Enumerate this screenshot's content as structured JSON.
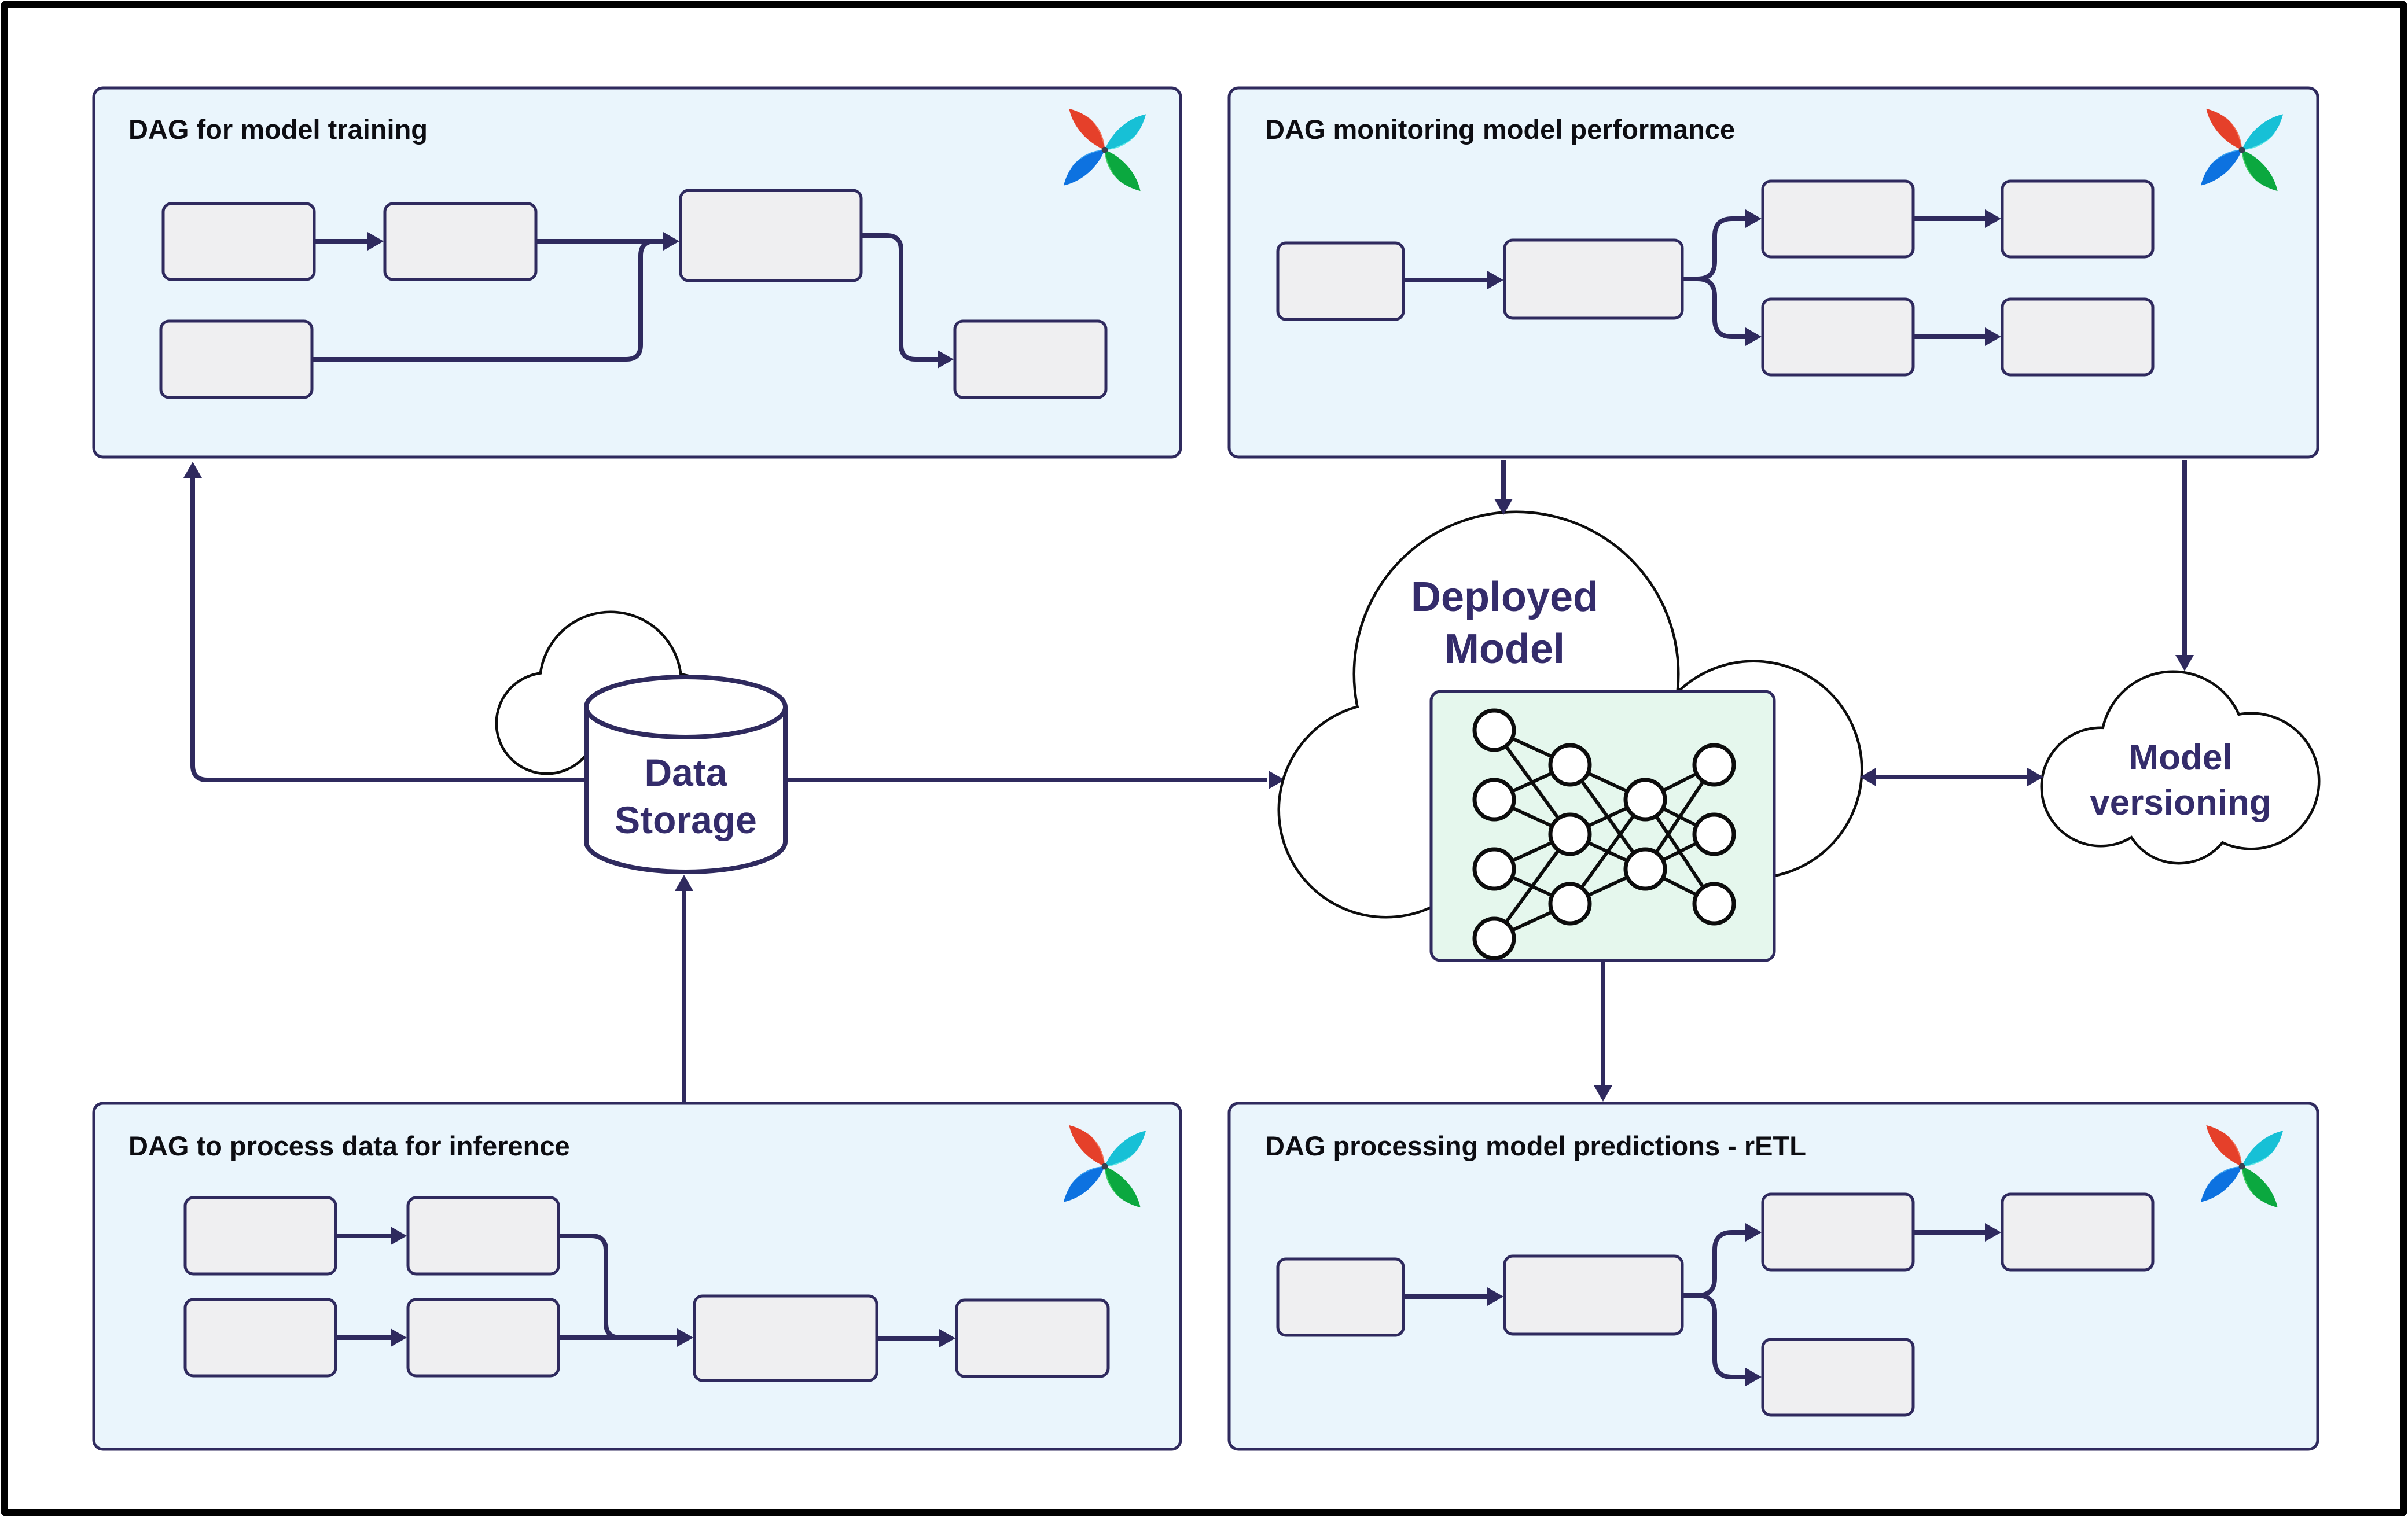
{
  "colors": {
    "canvas_bg": "#ffffff",
    "frame": "#000000",
    "panel_fill": "#eaf5fc",
    "diagram_ink": "#2f2a5e",
    "node_fill": "#efeff1",
    "title_ink": "#0d0d12",
    "label_ink": "#342c6b",
    "cloud_outline": "#0d0d0d",
    "nn_box_fill": "#e5f7ed",
    "nn_ink": "#0c0c0c",
    "airflow_red": "#e5402a",
    "airflow_red_light": "#f4745a",
    "airflow_cyan": "#17c0d6",
    "airflow_cyan_light": "#5ce8e6",
    "airflow_blue": "#0d72e0",
    "airflow_blue_light": "#3aa4f2",
    "airflow_green": "#0ba83f",
    "airflow_green_light": "#43cf66",
    "airflow_center_dot": "#3a4150"
  },
  "panels": [
    {
      "id": "training",
      "title": "DAG for model training",
      "logo": "airflow-pinwheel-icon",
      "task_nodes": 5
    },
    {
      "id": "monitoring",
      "title": "DAG monitoring model performance",
      "logo": "airflow-pinwheel-icon",
      "task_nodes": 6
    },
    {
      "id": "inference",
      "title": "DAG to process data for inference",
      "logo": "airflow-pinwheel-icon",
      "task_nodes": 6
    },
    {
      "id": "retl",
      "title": "DAG processing model predictions - rETL",
      "logo": "airflow-pinwheel-icon",
      "task_nodes": 5
    }
  ],
  "hubs": {
    "data_storage": {
      "line1": "Data",
      "line2": "Storage",
      "shape": "cylinder-with-cloud"
    },
    "deployed_model": {
      "line1": "Deployed",
      "line2": "Model",
      "shape": "cloud",
      "nn_layers": [
        4,
        3,
        2,
        3
      ]
    },
    "model_versioning": {
      "line1": "Model",
      "line2": "versioning",
      "shape": "cloud"
    }
  },
  "connections": [
    {
      "from": "data-storage",
      "to": "dag-model-training",
      "style": "arrow"
    },
    {
      "from": "dag-inference",
      "to": "data-storage",
      "style": "arrow"
    },
    {
      "from": "data-storage",
      "to": "deployed-model",
      "style": "arrow"
    },
    {
      "from": "dag-monitoring",
      "to": "deployed-model",
      "style": "arrow"
    },
    {
      "from": "dag-monitoring",
      "to": "model-versioning",
      "style": "arrow"
    },
    {
      "from": "deployed-model",
      "to": "model-versioning",
      "style": "double-arrow"
    },
    {
      "from": "deployed-model",
      "to": "dag-retl",
      "style": "arrow"
    }
  ]
}
